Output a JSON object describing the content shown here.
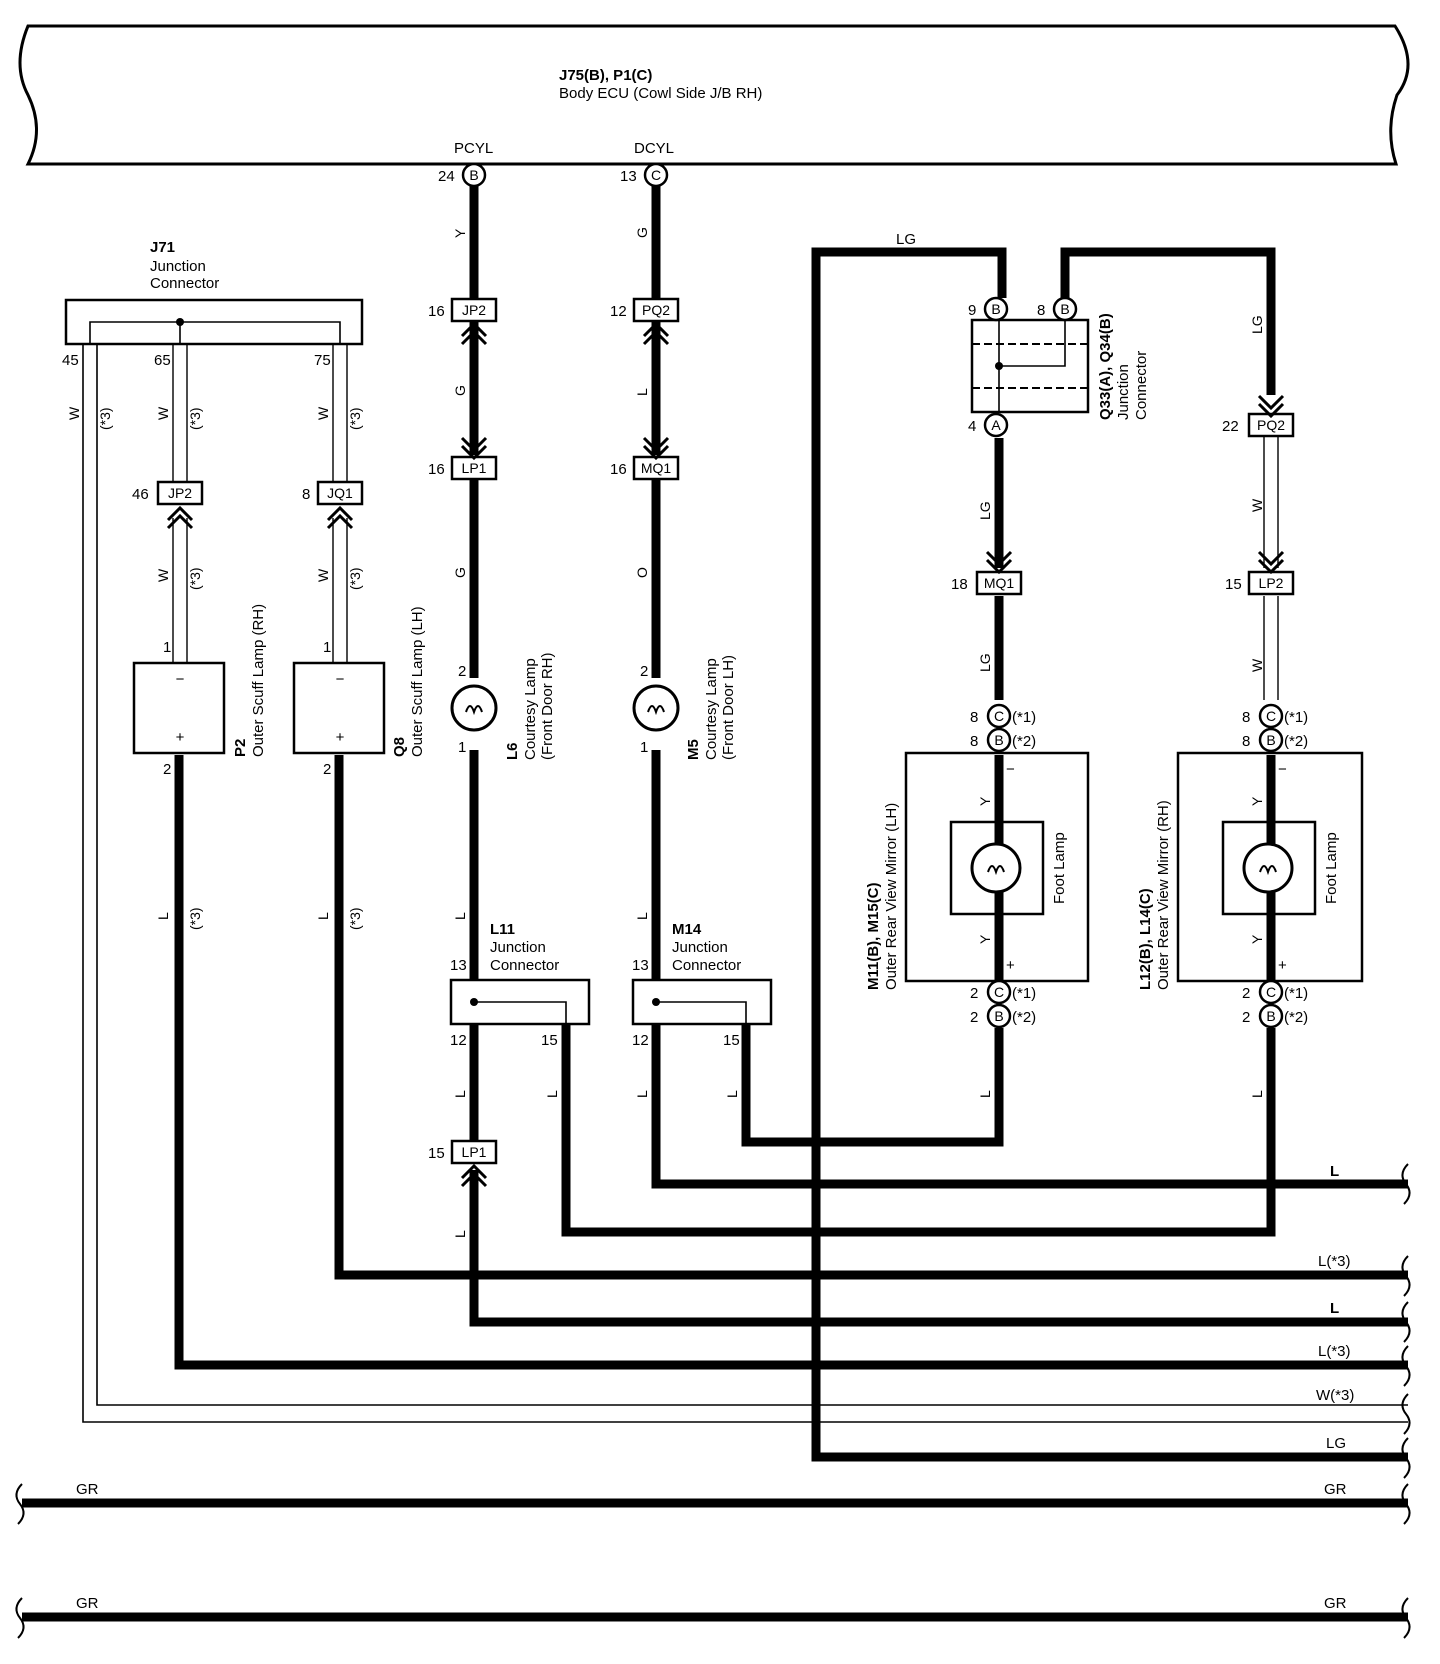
{
  "ecu": {
    "code": "J75(B), P1(C)",
    "name": "Body ECU (Cowl Side J/B RH)",
    "term_pcyl": "PCYL",
    "term_dcyl": "DCYL"
  },
  "pins": {
    "ecu_pcyl": "24",
    "ecu_pcyl_conn": "B",
    "ecu_dcyl": "13",
    "ecu_dcyl_conn": "C",
    "jp2_16": "16",
    "pq2_12": "12",
    "lp1_16": "16",
    "mq1_16": "16",
    "j71_45": "45",
    "j71_65": "65",
    "j71_75": "75",
    "jp2_46": "46",
    "jq1_8": "8",
    "p2_1": "1",
    "p2_2": "2",
    "q8_1": "1",
    "q8_2": "2",
    "l6_2": "2",
    "l6_1": "1",
    "m5_2": "2",
    "m5_1": "1",
    "l11_13": "13",
    "l11_12": "12",
    "l11_15": "15",
    "m14_13": "13",
    "m14_12": "12",
    "m14_15": "15",
    "lp1_15": "15",
    "q33_9": "9",
    "q33_8": "8",
    "q33_4": "4",
    "q33_9_conn": "B",
    "q33_8_conn": "B",
    "q33_4_conn": "A",
    "pq2_22": "22",
    "mq1_18": "18",
    "lp2_15": "15",
    "m11_top_c": "8",
    "m11_top_b": "8",
    "m11_bot_c": "2",
    "m11_bot_b": "2",
    "l12_top_c": "8",
    "l12_top_b": "8",
    "l12_bot_c": "2",
    "l12_bot_b": "2",
    "conn_c": "C",
    "conn_b": "B",
    "note1": "(*1)",
    "note2": "(*2)",
    "note3": "(*3)"
  },
  "connectors": {
    "jp2": "JP2",
    "pq2": "PQ2",
    "lp1": "LP1",
    "mq1": "MQ1",
    "jq1": "JQ1",
    "lp2": "LP2"
  },
  "components": {
    "j71_code": "J71",
    "j71_name1": "Junction",
    "j71_name2": "Connector",
    "p2_code": "P2",
    "p2_name": "Outer Scuff Lamp (RH)",
    "q8_code": "Q8",
    "q8_name": "Outer Scuff Lamp (LH)",
    "l6_code": "L6",
    "l6_name1": "Courtesy Lamp",
    "l6_name2": "(Front Door RH)",
    "m5_code": "M5",
    "m5_name1": "Courtesy Lamp",
    "m5_name2": "(Front Door LH)",
    "l11_code": "L11",
    "l11_name1": "Junction",
    "l11_name2": "Connector",
    "m14_code": "M14",
    "m14_name1": "Junction",
    "m14_name2": "Connector",
    "q33_code": "Q33(A), Q34(B)",
    "q33_name1": "Junction",
    "q33_name2": "Connector",
    "m11_code": "M11(B), M15(C)",
    "m11_name": "Outer Rear View Mirror (LH)",
    "l12_code": "L12(B), L14(C)",
    "l12_name": "Outer Rear View Mirror (RH)",
    "foot_lamp": "Foot Lamp",
    "minus": "−",
    "plus": "+"
  },
  "wires": {
    "y": "Y",
    "g": "G",
    "l": "L",
    "o": "O",
    "w": "W",
    "lg": "LG",
    "gr": "GR",
    "l3": "L(*3)",
    "w3": "W(*3)"
  }
}
